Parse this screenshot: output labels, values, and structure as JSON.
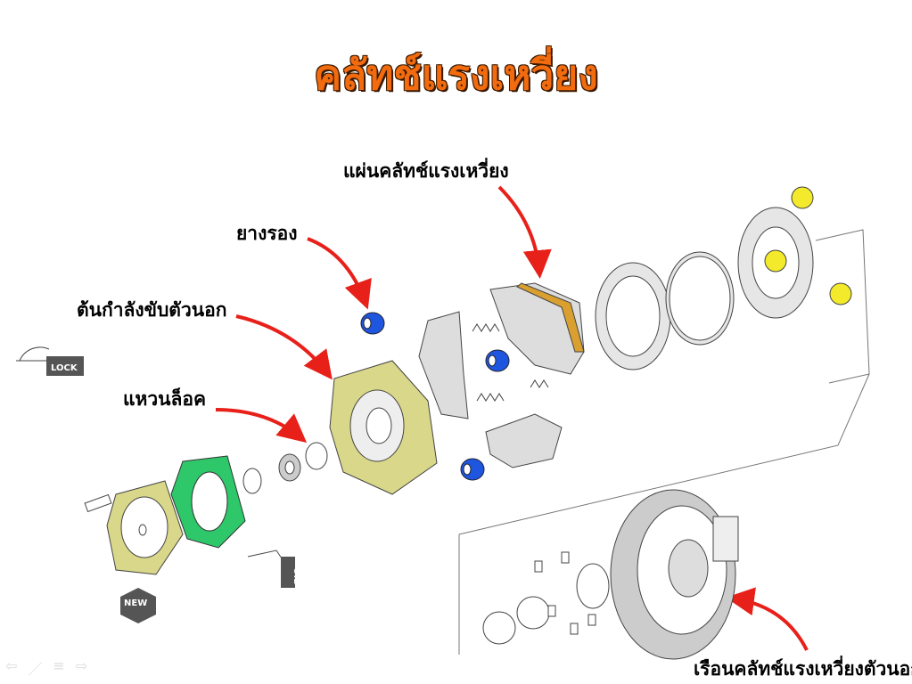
{
  "slide": {
    "title": "คลัทช์แรงเหวี่ยง",
    "labels": {
      "clutch_shoe": "แผ่นคลัทช์แรงเหวี่ยง",
      "rubber_damper": "ยางรอง",
      "drive_plate": "ต้นกำลังขับตัวนอก",
      "lock_nut": "แหวนล็อค",
      "clutch_outer": "เรือนคลัทช์แรงเหวี่ยงตัวนอก"
    },
    "icons": {
      "lock": "LOCK",
      "new": "NEW",
      "oil": "OIL"
    }
  },
  "nav": {
    "prev": "⇦",
    "pen": "／",
    "menu": "≡",
    "next": "⇨"
  },
  "colors": {
    "title": "#f26b0f",
    "arrow": "#e8201a",
    "drive_plate": "#d9d78a",
    "gasket": "#2ec76a",
    "damper": "#1f56e0",
    "shoe_lining": "#d9a030",
    "washer": "#f2ea2a"
  }
}
